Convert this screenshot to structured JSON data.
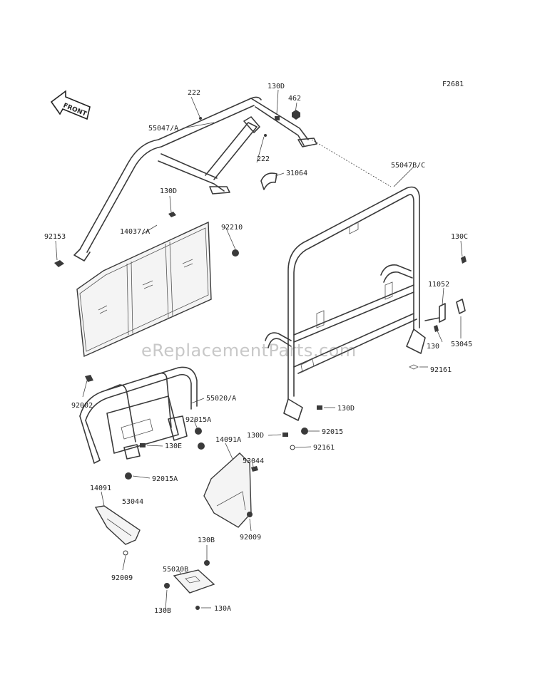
{
  "diagram_code": "F2681",
  "front_marker": "FRONT",
  "watermark": "eReplacementParts.com",
  "part_labels": [
    {
      "id": "lbl-222a",
      "text": "222"
    },
    {
      "id": "lbl-130d-top",
      "text": "130D"
    },
    {
      "id": "lbl-462",
      "text": "462"
    },
    {
      "id": "lbl-55047a",
      "text": "55047/A"
    },
    {
      "id": "lbl-222b",
      "text": "222"
    },
    {
      "id": "lbl-31064",
      "text": "31064"
    },
    {
      "id": "lbl-55047bc",
      "text": "55047B/C"
    },
    {
      "id": "lbl-130a-mid",
      "text": "130D"
    },
    {
      "id": "lbl-92210",
      "text": "92210"
    },
    {
      "id": "lbl-92153",
      "text": "92153"
    },
    {
      "id": "lbl-14037a",
      "text": "14037/A"
    },
    {
      "id": "lbl-130c",
      "text": "130C"
    },
    {
      "id": "lbl-11052",
      "text": "11052"
    },
    {
      "id": "lbl-130",
      "text": "130"
    },
    {
      "id": "lbl-53045",
      "text": "53045"
    },
    {
      "id": "lbl-92161a",
      "text": "92161"
    },
    {
      "id": "lbl-92002",
      "text": "92002"
    },
    {
      "id": "lbl-55020a",
      "text": "55020/A"
    },
    {
      "id": "lbl-92015a-1",
      "text": "92015A"
    },
    {
      "id": "lbl-130d-r",
      "text": "130D"
    },
    {
      "id": "lbl-130d-l",
      "text": "130D"
    },
    {
      "id": "lbl-92015",
      "text": "92015"
    },
    {
      "id": "lbl-92161b",
      "text": "92161"
    },
    {
      "id": "lbl-130e",
      "text": "130E"
    },
    {
      "id": "lbl-14091a",
      "text": "14091A"
    },
    {
      "id": "lbl-53044a",
      "text": "53044"
    },
    {
      "id": "lbl-92015a-2",
      "text": "92015A"
    },
    {
      "id": "lbl-14091",
      "text": "14091"
    },
    {
      "id": "lbl-53044b",
      "text": "53044"
    },
    {
      "id": "lbl-92009a",
      "text": "92009"
    },
    {
      "id": "lbl-130b-1",
      "text": "130B"
    },
    {
      "id": "lbl-55020b",
      "text": "55020B"
    },
    {
      "id": "lbl-92009b",
      "text": "92009"
    },
    {
      "id": "lbl-130b-2",
      "text": "130B"
    },
    {
      "id": "lbl-130a",
      "text": "130A"
    }
  ]
}
